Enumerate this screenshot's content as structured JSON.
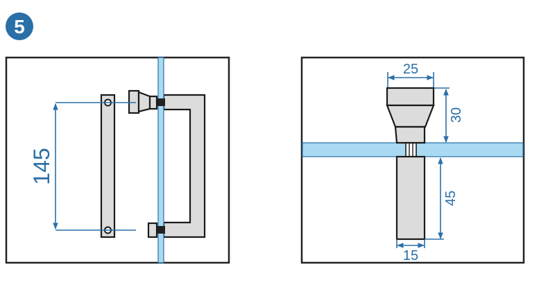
{
  "step_badge": {
    "number": "5",
    "color": "#2a6fa8"
  },
  "left_view": {
    "dimension_label": "145"
  },
  "right_view": {
    "dimension_top_width": "25",
    "dimension_knob_height": "30",
    "dimension_bar_length": "45",
    "dimension_bar_width": "15"
  },
  "colors": {
    "dimension": "#2a6fa8",
    "glass": "#a9daf2",
    "part": "#dcdcdc"
  }
}
